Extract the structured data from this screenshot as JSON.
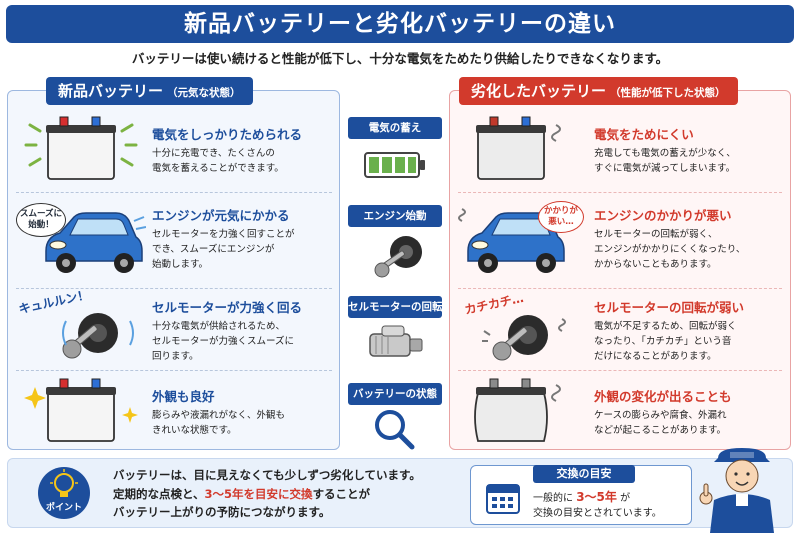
{
  "header": {
    "title": "新品バッテリーと劣化バッテリーの違い",
    "subtitle": "バッテリーは使い続けると性能が低下し、十分な電気をためたり供給したりできなくなります。"
  },
  "colors": {
    "new_accent": "#1d4e9c",
    "old_accent": "#d23a2c"
  },
  "new_panel": {
    "title": "新品バッテリー",
    "title_note": "（元気な状態）",
    "items": [
      {
        "icon": "battery-new-icon",
        "heading": "電気をしっかりためられる",
        "body": [
          "十分に充電でき、たくさんの",
          "電気を蓄えることができます。"
        ]
      },
      {
        "icon": "car-icon",
        "bubble": [
          "スムーズに",
          "始動！"
        ],
        "heading": "エンジンが元気にかかる",
        "body": [
          "セルモーターを力強く回すことが",
          "でき、スムーズにエンジンが",
          "始動します。"
        ]
      },
      {
        "icon": "ignition-key-icon",
        "onomatopoeia": "キュルルン！",
        "heading": "セルモーターが力強く回る",
        "body": [
          "十分な電気が供給されるため、",
          "セルモーターが力強くスムーズに",
          "回ります。"
        ]
      },
      {
        "icon": "battery-clean-icon",
        "heading": "外観も良好",
        "body": [
          "膨らみや液漏れがなく、外観も",
          "きれいな状態です。"
        ]
      }
    ]
  },
  "categories": [
    {
      "label": "電気の蓄え",
      "icon": "battery-level-icon"
    },
    {
      "label": "エンジン始動",
      "icon": "key-icon"
    },
    {
      "label": "セルモーターの回転",
      "icon": "starter-motor-icon"
    },
    {
      "label": "バッテリーの状態",
      "icon": "magnifier-icon"
    }
  ],
  "old_panel": {
    "title": "劣化したバッテリー",
    "title_note": "（性能が低下した状態）",
    "items": [
      {
        "icon": "battery-weak-icon",
        "heading": "電気をためにくい",
        "body": [
          "充電しても電気の蓄えが少なく、",
          "すぐに電気が減ってしまいます。"
        ]
      },
      {
        "icon": "car-icon",
        "bubble": [
          "かかりが",
          "悪い…"
        ],
        "heading": "エンジンのかかりが悪い",
        "body": [
          "セルモーターの回転が弱く、",
          "エンジンがかかりにくくなったり、",
          "かからないこともあります。"
        ]
      },
      {
        "icon": "ignition-key-icon",
        "onomatopoeia": "カチカチ…",
        "heading": "セルモーターの回転が弱い",
        "body": [
          "電気が不足するため、回転が弱く",
          "なったり、「カチカチ」という音",
          "だけになることがあります。"
        ]
      },
      {
        "icon": "battery-bulged-icon",
        "heading": "外観の変化が出ることも",
        "body": [
          "ケースの膨らみや腐食、外漏れ",
          "などが起こることがあります。"
        ]
      }
    ]
  },
  "point": {
    "badge": "ポイント",
    "line1": "バッテリーは、目に見えなくても少しずつ劣化しています。",
    "line2_pre": "定期的な点検と、",
    "line2_hl": "3～5年を目安に交換",
    "line2_post": "することが",
    "line3": "バッテリー上がりの予防につながります。"
  },
  "guide": {
    "title": "交換の目安",
    "pre": "一般的に",
    "hl": "3～5年",
    "post": "が",
    "line2": "交換の目安とされています。"
  }
}
